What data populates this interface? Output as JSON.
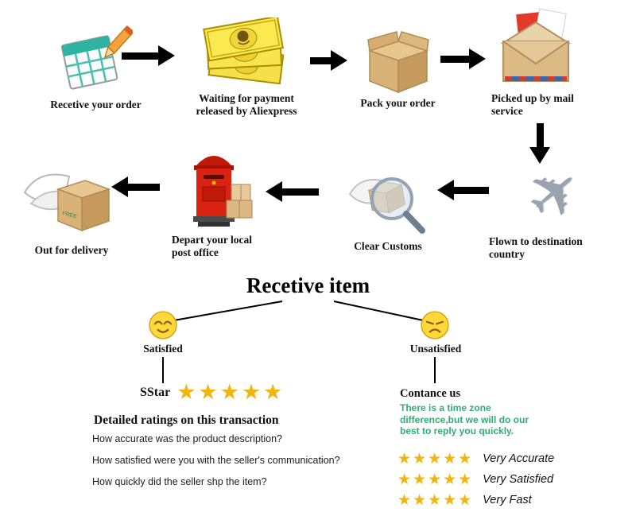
{
  "diagram": {
    "steps": [
      {
        "icon": "calendar-pencil-icon",
        "label": "Recetive your order"
      },
      {
        "icon": "money-bills-icon",
        "label": "Waiting for payment released by Aliexpress"
      },
      {
        "icon": "parcel-box-icon",
        "label": "Pack your order"
      },
      {
        "icon": "mail-envelope-icon",
        "label": "Picked up by mail service"
      },
      {
        "icon": "airplane-icon",
        "label": "Flown to destination country"
      },
      {
        "icon": "magnifier-box-icon",
        "label": "Clear Customs"
      },
      {
        "icon": "postbox-icon",
        "label": "Depart your local post office"
      },
      {
        "icon": "winged-box-icon",
        "label": "Out for delivery"
      }
    ],
    "receive_title": "Recetive item",
    "branches": {
      "satisfied": "Satisfied",
      "unsatisfied": "Unsatisfied"
    },
    "glyphs": {
      "airplane": "✈",
      "stars": "★★★★★"
    }
  },
  "satisfied_block": {
    "sstar_label": "SStar",
    "heading": "Detailed ratings on this transaction",
    "questions": [
      "How accurate was the product description?",
      "How satisfied were you with the seller's communication?",
      "How quickly did the seller shp the item?"
    ]
  },
  "unsatisfied_block": {
    "heading": "Contance us",
    "note": "There is a time zone difference,but we will do  our best to reply you quickly.",
    "ratings": [
      "Very Accurate",
      "Very Satisfied",
      "Very Fast"
    ]
  },
  "colors": {
    "star_gold": "#f2b50d",
    "note_green": "#2fae72",
    "arrow_black": "#000000"
  }
}
